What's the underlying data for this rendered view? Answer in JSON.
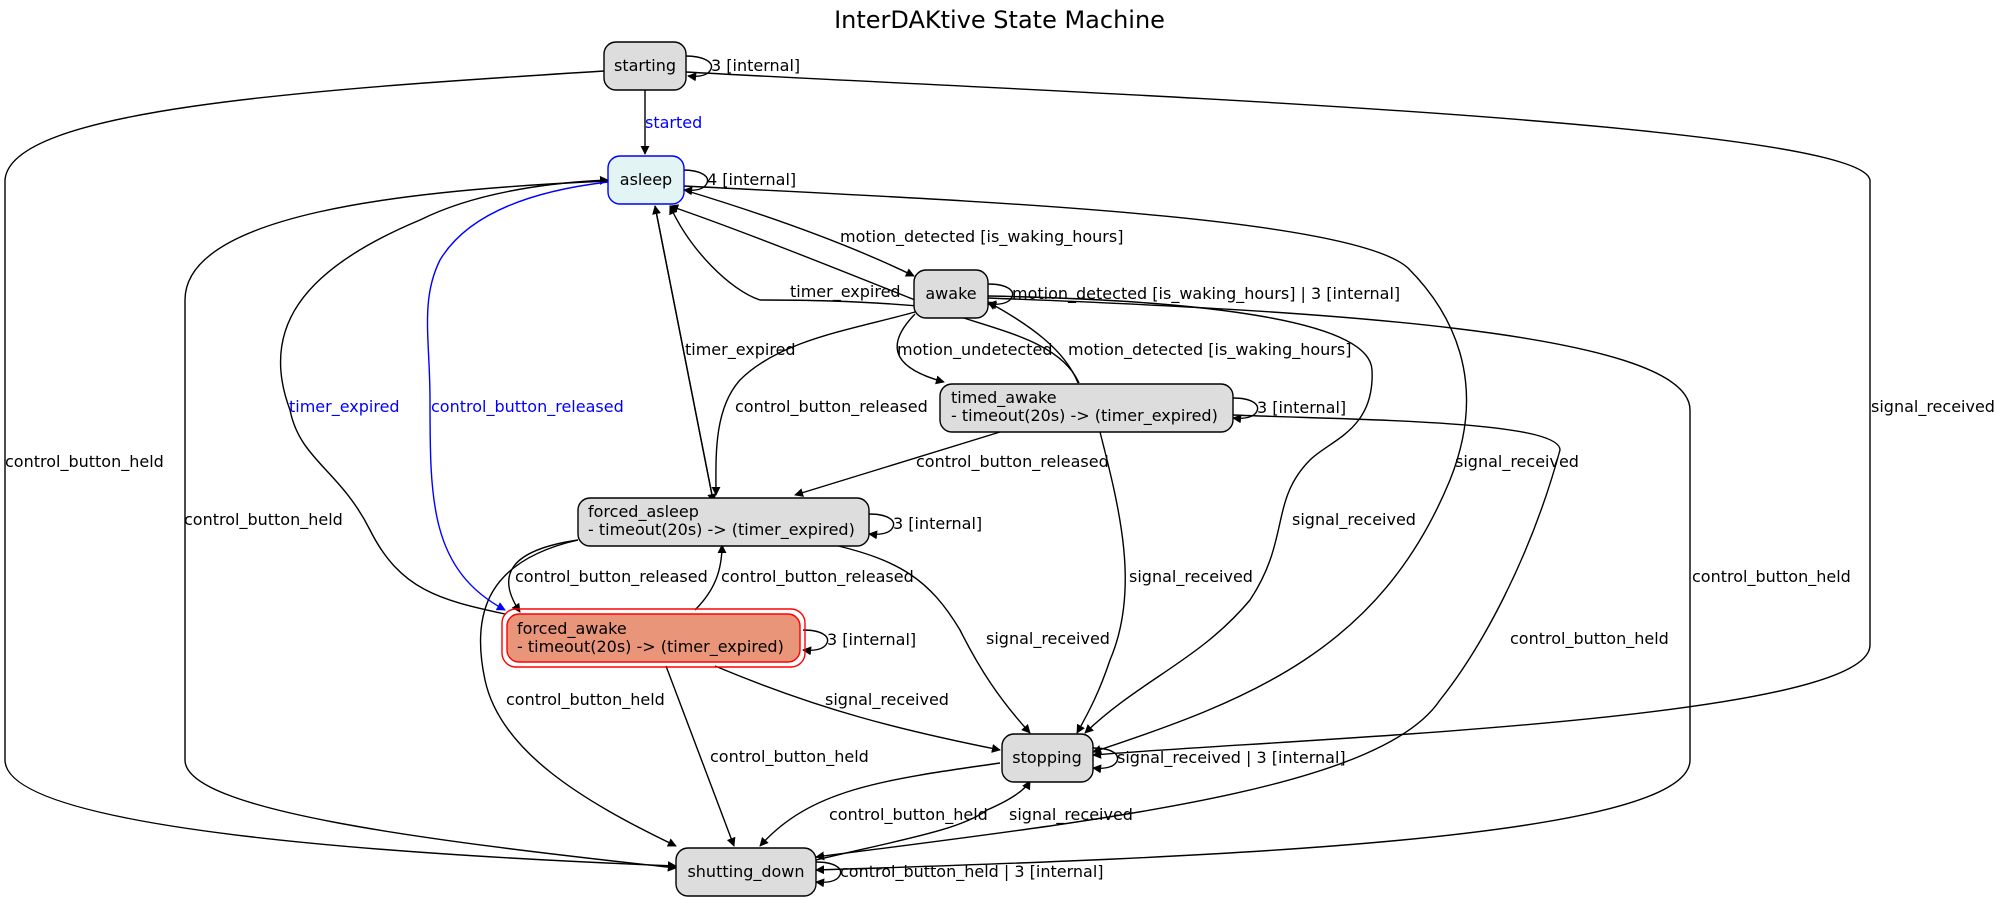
{
  "title": "InterDAKtive State Machine",
  "colors": {
    "node_fill": "#dddddd",
    "asleep_fill": "#e2f4f4",
    "asleep_stroke": "#0000ff",
    "forced_awake_fill": "#e9957a",
    "forced_awake_stroke": "#ff0000",
    "edge": "#000000",
    "edge_highlight": "#0000ff"
  },
  "states": {
    "starting": "starting",
    "asleep": "asleep",
    "awake": "awake",
    "timed_awake": [
      "timed_awake",
      "- timeout(20s)  -> (timer_expired)"
    ],
    "forced_asleep": [
      "forced_asleep",
      "- timeout(20s)  -> (timer_expired)"
    ],
    "forced_awake": [
      "forced_awake",
      "- timeout(20s)  -> (timer_expired)"
    ],
    "stopping": "stopping",
    "shutting_down": "shutting_down"
  },
  "edge_labels": {
    "starting_self": "3 [internal]",
    "started": "started",
    "asleep_self": "4 [internal]",
    "awake_self": "motion_detected [is_waking_hours] | 3 [internal]",
    "timed_awake_self": "3 [internal]",
    "forced_asleep_self": "3 [internal]",
    "forced_awake_self": "3 [internal]",
    "stopping_self": "signal_received | 3 [internal]",
    "shutting_down_self": "control_button_held | 3 [internal]",
    "asleep_to_awake": "motion_detected [is_waking_hours]",
    "awake_to_asleep": "timer_expired",
    "forced_asleep_to_asleep": "timer_expired",
    "awake_to_timed_awake": "motion_undetected",
    "timed_awake_to_awake": "motion_detected [is_waking_hours]",
    "awake_to_forced_asleep": "control_button_released",
    "timed_awake_to_forced_asleep": "control_button_released",
    "forced_awake_to_asleep": "timer_expired",
    "asleep_to_forced_awake": "control_button_released",
    "forced_asleep_to_forced_awake": "control_button_released",
    "forced_awake_to_forced_asleep": "control_button_released",
    "starting_to_shutting_down": "control_button_held",
    "asleep_to_shutting_down": "control_button_held",
    "starting_to_stopping": "signal_received",
    "asleep_to_stopping": "signal_received",
    "awake_to_stopping": "signal_received",
    "timed_awake_to_stopping": "signal_received",
    "forced_asleep_to_stopping": "signal_received",
    "forced_awake_to_stopping": "signal_received",
    "awake_to_shutting_down": "control_button_held",
    "timed_awake_to_shutting_down": "control_button_held",
    "forced_asleep_to_shutting_down": "control_button_held",
    "forced_awake_to_shutting_down": "control_button_held",
    "stopping_to_shutting_down": "control_button_held",
    "shutting_down_to_stopping": "signal_received"
  }
}
